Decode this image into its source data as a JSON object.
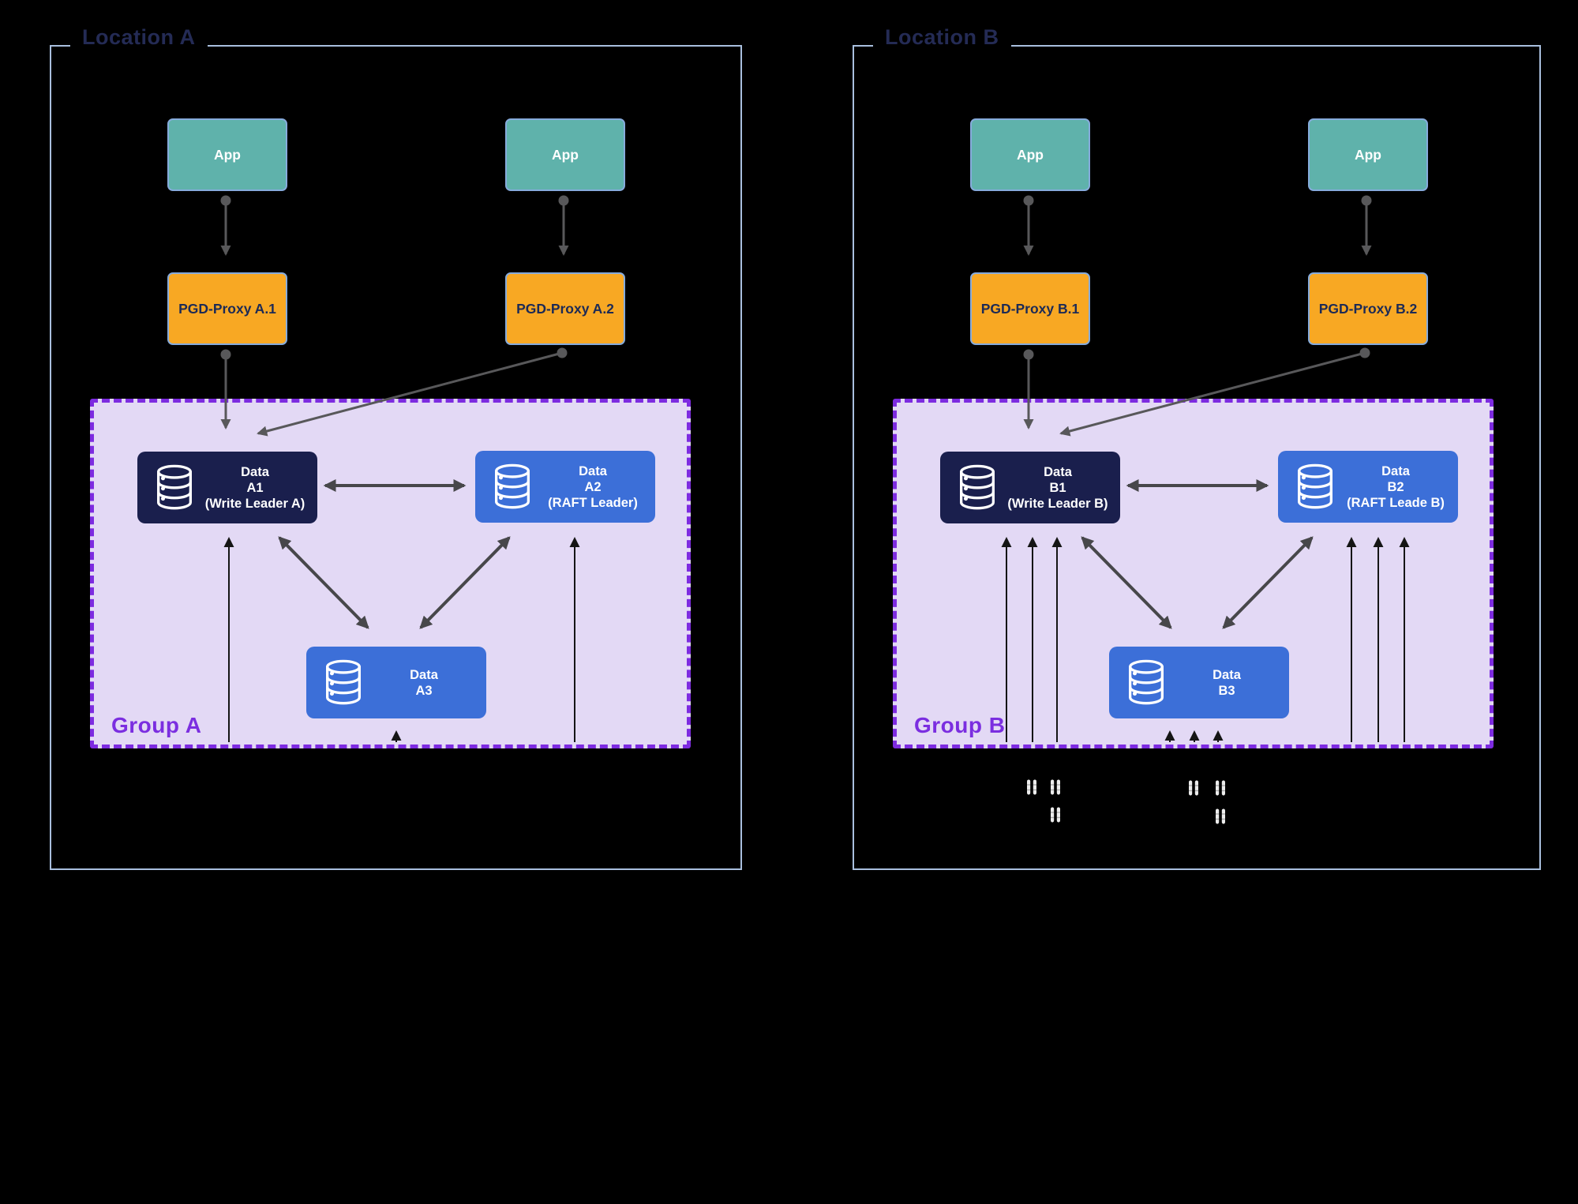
{
  "locations": [
    {
      "title": "Location A",
      "apps": [
        {
          "label": "App"
        },
        {
          "label": "App"
        }
      ],
      "proxies": [
        {
          "label": "PGD-Proxy A.1"
        },
        {
          "label": "PGD-Proxy A.2"
        }
      ],
      "group": {
        "label": "Group A",
        "nodes": [
          {
            "name": "Data A1",
            "lines": [
              "Data",
              "A1",
              "(Write Leader A)"
            ]
          },
          {
            "name": "Data A2",
            "lines": [
              "Data",
              "A2",
              "(RAFT Leader)"
            ]
          },
          {
            "name": "Data A3",
            "lines": [
              "Data",
              "A3"
            ]
          }
        ]
      }
    },
    {
      "title": "Location B",
      "apps": [
        {
          "label": "App"
        },
        {
          "label": "App"
        }
      ],
      "proxies": [
        {
          "label": "PGD-Proxy B.1"
        },
        {
          "label": "PGD-Proxy B.2"
        }
      ],
      "group": {
        "label": "Group B",
        "nodes": [
          {
            "name": "Data B1",
            "lines": [
              "Data",
              "B1",
              "(Write Leader B)"
            ]
          },
          {
            "name": "Data B2",
            "lines": [
              "Data",
              "B2",
              "(RAFT Leade B)"
            ]
          },
          {
            "name": "Data B3",
            "lines": [
              "Data",
              "B3"
            ]
          }
        ]
      }
    }
  ],
  "icons": {
    "database": "database-icon",
    "pause_marker": "pause-marker-icon"
  },
  "colors": {
    "background": "#000000",
    "location_border": "#A9BFDE",
    "location_title": "#242B55",
    "app_fill": "#5FB2AB",
    "proxy_fill": "#F8A823",
    "proxy_text": "#1C2A56",
    "group_fill": "#E3D9F5",
    "group_border": "#7D2BE0",
    "group_label": "#7B2EE0",
    "node_dark_fill": "#1A1F4D",
    "node_blue_fill": "#3C6FD8",
    "node_text": "#FFFFFF",
    "connector_gray": "#58585A",
    "arrow_dark": "#47474A",
    "arrow_thin": "#151515",
    "pause_marker": "#ECECEC"
  }
}
